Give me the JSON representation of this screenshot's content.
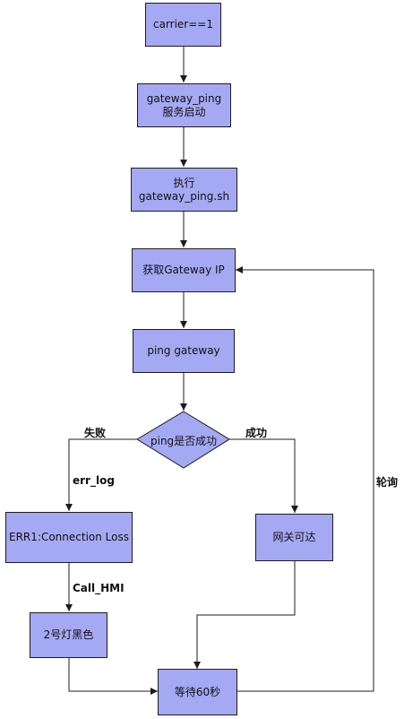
{
  "nodes": {
    "carrier": {
      "lines": [
        "carrier==1"
      ]
    },
    "service": {
      "lines": [
        "gateway_ping",
        "服务启动"
      ]
    },
    "exec": {
      "lines": [
        "执行",
        "gateway_ping.sh"
      ]
    },
    "getip": {
      "lines": [
        "获取Gateway IP"
      ]
    },
    "ping": {
      "lines": [
        "ping gateway"
      ]
    },
    "decision": {
      "lines": [
        "ping是否成功"
      ]
    },
    "err": {
      "lines": [
        "ERR1:Connection Loss"
      ]
    },
    "reach": {
      "lines": [
        "网关可达"
      ]
    },
    "lamp": {
      "lines": [
        "2号灯黑色"
      ]
    },
    "wait": {
      "lines": [
        "等待60秒"
      ]
    }
  },
  "edge_labels": {
    "fail": "失败",
    "success": "成功",
    "err_log": "err_log",
    "call_hmi": "Call_HMI",
    "poll": "轮询"
  },
  "colors": {
    "node_fill": "#a5a9f3",
    "stroke": "#1c1c1c"
  }
}
